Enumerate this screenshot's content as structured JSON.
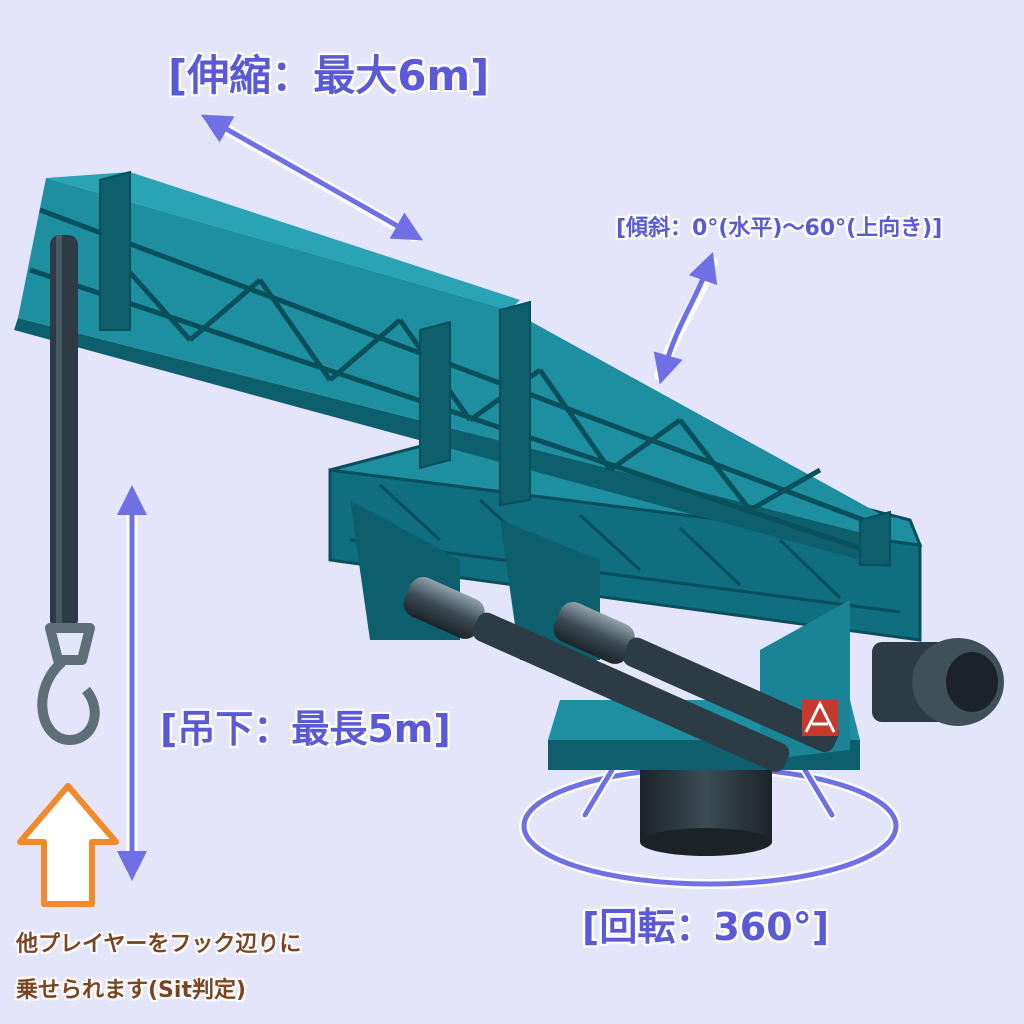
{
  "colors": {
    "background": "#e4e4fa",
    "label_blue": "#5a5ad6",
    "label_brown": "#7a4522",
    "arrow_blue": "#6f6fe6",
    "arrow_orange": "#f08a2c",
    "boom_teal": "#0f6f80",
    "boom_teal_light": "#1e8fa0",
    "steel_dark": "#2c3b44",
    "emblem_red": "#c63a2e"
  },
  "labels": {
    "extend": "[伸縮：最大6m]",
    "tilt": "[傾斜：0°(水平)〜60°(上向き)]",
    "hang": "[吊下：最長5m]",
    "rotate": "[回転：360°]",
    "note_line1": "他プレイヤーをフック辺りに",
    "note_line2": "乗せられます(Sit判定)"
  },
  "icons": {
    "extend_arrow": "double-headed-arrow",
    "tilt_arrow": "curved-double-arrow",
    "hang_arrow": "vertical-double-arrow",
    "rotate_ring": "ellipse-rotation-ring",
    "sit_arrow": "up-arrow-outline"
  }
}
